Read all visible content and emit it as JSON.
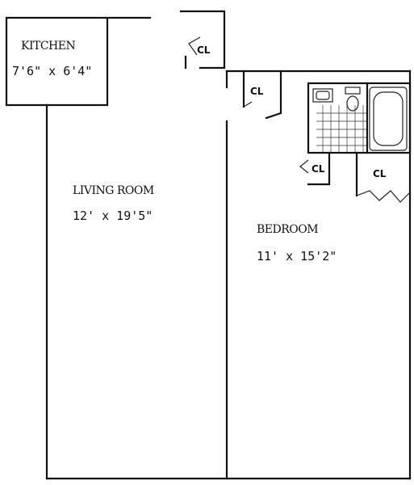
{
  "rooms": {
    "kitchen": {
      "name": "KITCHEN",
      "dimensions": "7'6\" x 6'4\""
    },
    "living_room": {
      "name": "LIVING ROOM",
      "dimensions": "12' x 19'5\""
    },
    "bedroom": {
      "name": "BEDROOM",
      "dimensions": "11' x 15'2\""
    }
  },
  "closets": {
    "hall_closet": "CL",
    "bedroom_closet_1": "CL",
    "bedroom_closet_2": "CL",
    "bedroom_closet_3": "CL"
  }
}
